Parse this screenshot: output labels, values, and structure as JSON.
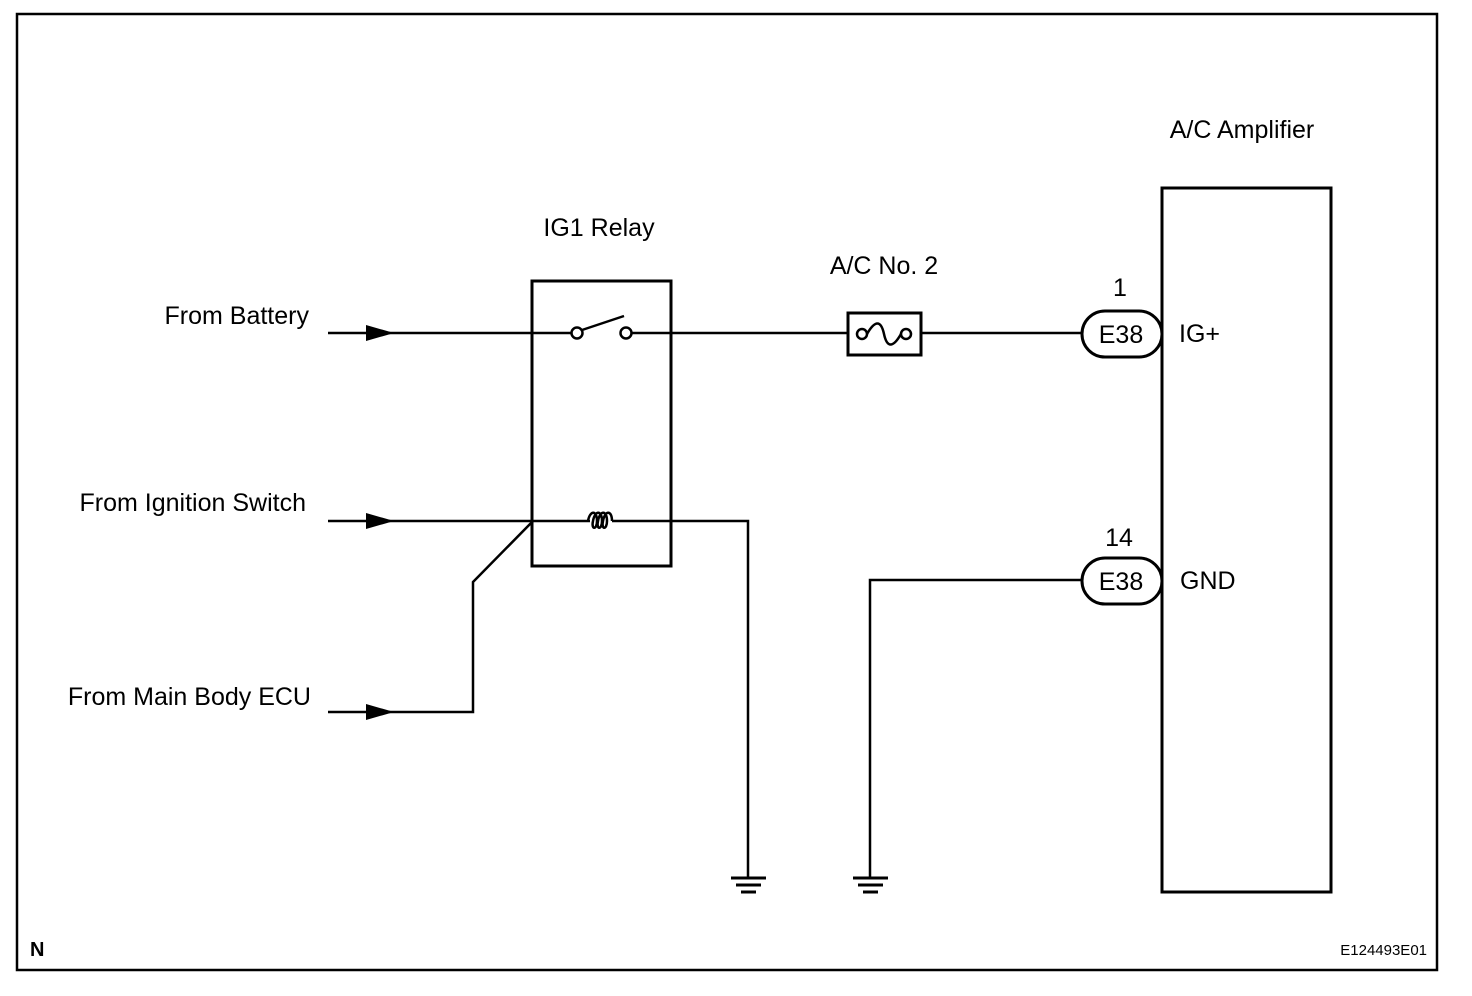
{
  "labels": {
    "from_battery": "From Battery",
    "from_ignition_switch": "From Ignition Switch",
    "from_main_body_ecu": "From Main Body ECU",
    "relay_title": "IG1 Relay",
    "fuse_title": "A/C No. 2",
    "amplifier_title": "A/C Amplifier",
    "corner_letter": "N",
    "figure_code": "E124493E01"
  },
  "connectors": [
    {
      "code": "E38",
      "pin": "1",
      "terminal": "IG+"
    },
    {
      "code": "E38",
      "pin": "14",
      "terminal": "GND"
    }
  ],
  "icons": {
    "input_arrow": "arrowhead-icon",
    "relay_switch": "relay-switch-icon",
    "relay_coil": "relay-coil-icon",
    "fuse": "fuse-icon",
    "ground": "ground-icon"
  },
  "colors": {
    "line": "#000000",
    "background": "#ffffff"
  }
}
